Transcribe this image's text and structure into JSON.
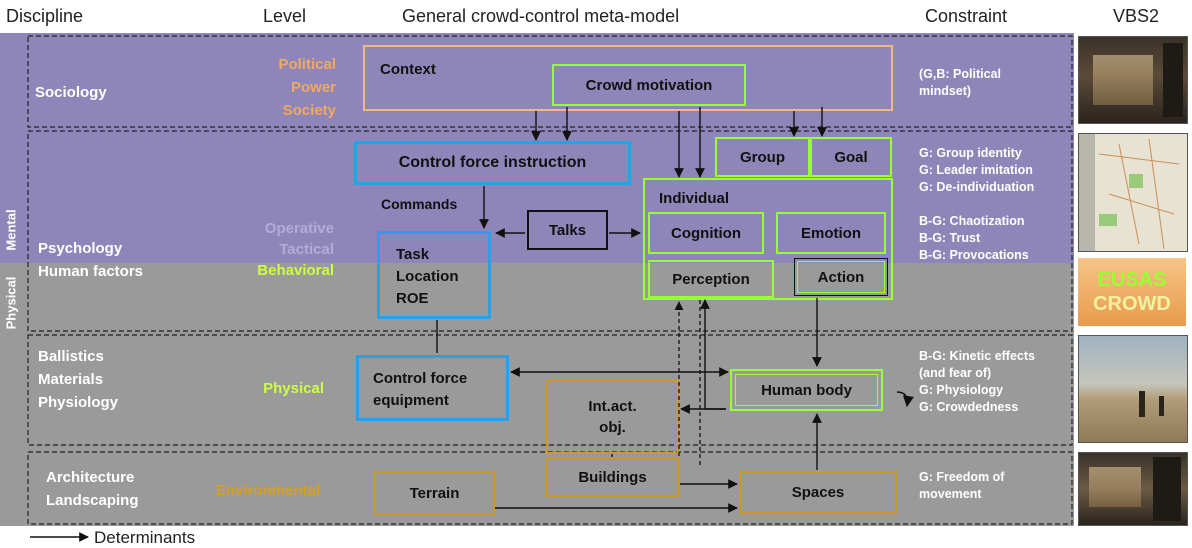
{
  "headers": {
    "discipline": "Discipline",
    "level": "Level",
    "model": "General crowd-control meta-model",
    "constraint": "Constraint",
    "vbs": "VBS2"
  },
  "side_labels": {
    "mental": "Mental",
    "physical": "Physical"
  },
  "rows": {
    "sociology": {
      "discipline": "Sociology",
      "level": [
        "Political",
        "Power",
        "Society"
      ],
      "constraint": [
        "(G,B: Political",
        "mindset)"
      ]
    },
    "psychology": {
      "discipline": [
        "Psychology",
        "Human factors"
      ],
      "level": [
        "Operative",
        "Tactical",
        "Behavioral"
      ],
      "constraint": [
        "G: Group identity",
        "G: Leader imitation",
        "G: De-individuation",
        "",
        "B-G: Chaotization",
        "B-G: Trust",
        "B-G: Provocations"
      ]
    },
    "physical": {
      "discipline": [
        "Ballistics",
        "Materials",
        "Physiology"
      ],
      "level": "Physical",
      "constraint": [
        "B-G: Kinetic effects",
        "(and fear of)",
        "G: Physiology",
        "G: Crowdedness"
      ]
    },
    "environment": {
      "discipline": [
        "Architecture",
        "Landscaping"
      ],
      "level": "Environmental",
      "constraint": [
        "G: Freedom of",
        "movement"
      ]
    }
  },
  "boxes": {
    "context": "Context",
    "crowd_motivation": "Crowd motivation",
    "control_force_instruction": "Control force instruction",
    "group": "Group",
    "goal": "Goal",
    "individual": "Individual",
    "commands": "Commands",
    "talks": "Talks",
    "cognition": "Cognition",
    "emotion": "Emotion",
    "task": [
      "Task",
      "Location",
      "ROE"
    ],
    "perception": "Perception",
    "action": "Action",
    "control_force_equipment": [
      "Control force",
      "equipment"
    ],
    "human_body": "Human body",
    "int_act_obj": [
      "Int.act.",
      "obj."
    ],
    "buildings": "Buildings",
    "terrain": "Terrain",
    "spaces": "Spaces"
  },
  "vbs2_logo": [
    "EUSAS",
    "CROWD"
  ],
  "legend": "Determinants",
  "colors": {
    "purple_band": "#8e86b8",
    "gray_band": "#9a9a9a",
    "peach": "#f0b88a",
    "green": "#99ff33",
    "blue": "#2aa0e8",
    "orange": "#cc9a2b",
    "level_orange": "#f2a860",
    "level_lavender": "#b3acd8",
    "level_green": "#ccff44"
  },
  "icons": [
    "arrow-right-icon",
    "curved-arrow-icon"
  ]
}
